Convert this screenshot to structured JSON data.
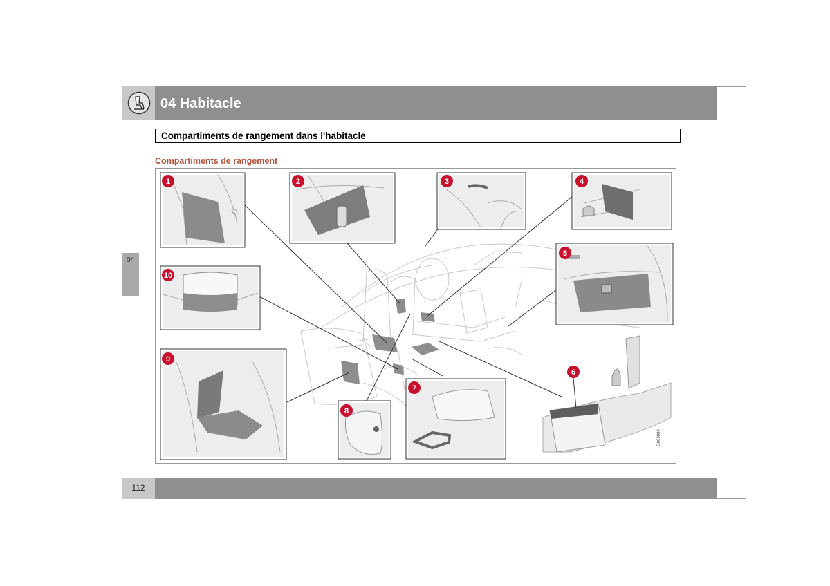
{
  "header": {
    "chapter_title": "04 Habitacle",
    "icon": "seat-icon"
  },
  "section_title": "Compartiments de rangement dans l'habitacle",
  "subheading": "Compartiments de rangement",
  "side_tab": {
    "label": "04"
  },
  "figure": {
    "callouts": [
      "1",
      "2",
      "3",
      "4",
      "5",
      "6",
      "7",
      "8",
      "9",
      "10"
    ],
    "code": "G000000"
  },
  "footer": {
    "page_number": "112"
  },
  "colors": {
    "header_bar": "#8f8f8f",
    "header_light": "#c8c8c8",
    "subheading": "#b5523b",
    "callout": "#c8102e"
  }
}
